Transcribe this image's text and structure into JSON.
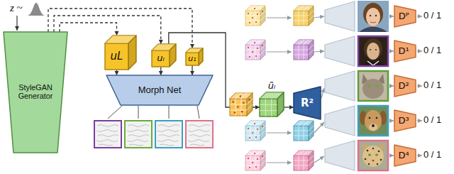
{
  "diagram": {
    "nodes": [
      {
        "text": [
          "StyleGAN Generator"
        ]
      },
      {
        "text": [
          "uL"
        ]
      },
      {
        "text": [
          "uₗ"
        ]
      },
      {
        "text": [
          "u₁"
        ]
      },
      {
        "text": [
          "Morph Net"
        ]
      },
      {
        "text": [
          "ũₗ"
        ]
      },
      {
        "text": [
          "R²"
        ]
      },
      {
        "text": [
          "Dᴾ"
        ]
      },
      {
        "text": [
          "D¹"
        ]
      },
      {
        "text": [
          "D²"
        ]
      },
      {
        "text": [
          "D³"
        ]
      },
      {
        "text": [
          "D⁴"
        ]
      }
    ],
    "edges": [
      {
        "from": 0,
        "to": 1,
        "arrow": "to"
      },
      {
        "from": 0,
        "to": 2,
        "arrow": "to"
      },
      {
        "from": 0,
        "to": 3,
        "arrow": "to"
      },
      {
        "from": 1,
        "to": 4,
        "arrow": "to"
      },
      {
        "from": 2,
        "to": 4,
        "arrow": "to"
      },
      {
        "from": 3,
        "to": 4,
        "arrow": "to"
      },
      {
        "from": 2,
        "to": 5,
        "arrow": "to"
      },
      {
        "from": 5,
        "to": 6,
        "arrow": "to"
      }
    ],
    "labels": [
      "z ~",
      "0 / 1",
      "0 / 1",
      "0 / 1",
      "0 / 1",
      "0 / 1"
    ]
  }
}
